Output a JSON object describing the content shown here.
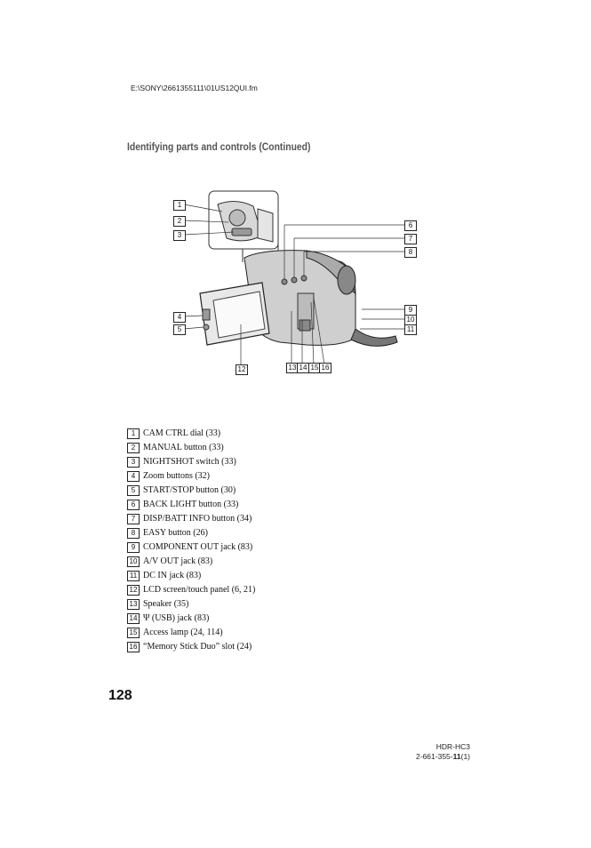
{
  "header": {
    "filepath": "E:\\SONY\\2661355111\\01US12QUI.fm"
  },
  "section_title": "Identifying parts and controls (Continued)",
  "figure_callouts": [
    "1",
    "2",
    "3",
    "4",
    "5",
    "6",
    "7",
    "8",
    "9",
    "10",
    "11",
    "12",
    "13",
    "14",
    "15",
    "16"
  ],
  "legend": [
    {
      "num": "1",
      "text": "CAM CTRL dial (33)"
    },
    {
      "num": "2",
      "text": "MANUAL button (33)"
    },
    {
      "num": "3",
      "text": "NIGHTSHOT switch (33)"
    },
    {
      "num": "4",
      "text": "Zoom buttons (32)"
    },
    {
      "num": "5",
      "text": "START/STOP button (30)"
    },
    {
      "num": "6",
      "text": "BACK LIGHT button (33)"
    },
    {
      "num": "7",
      "text": "DISP/BATT INFO button (34)"
    },
    {
      "num": "8",
      "text": "EASY button (26)"
    },
    {
      "num": "9",
      "text": "COMPONENT OUT jack (83)"
    },
    {
      "num": "10",
      "text": "A/V OUT jack (83)"
    },
    {
      "num": "11",
      "text": "DC IN jack (83)"
    },
    {
      "num": "12",
      "text": "LCD screen/touch panel (6, 21)"
    },
    {
      "num": "13",
      "text": "Speaker (35)"
    },
    {
      "num": "14",
      "text": "Ψ (USB) jack (83)"
    },
    {
      "num": "15",
      "text": "Access lamp (24, 114)"
    },
    {
      "num": "16",
      "text": "“Memory Stick Duo” slot (24)"
    }
  ],
  "page_number": "128",
  "footer": {
    "model": "HDR-HC3",
    "code_prefix": "2-661-355-",
    "code_bold": "11",
    "code_suffix": "(1)"
  }
}
